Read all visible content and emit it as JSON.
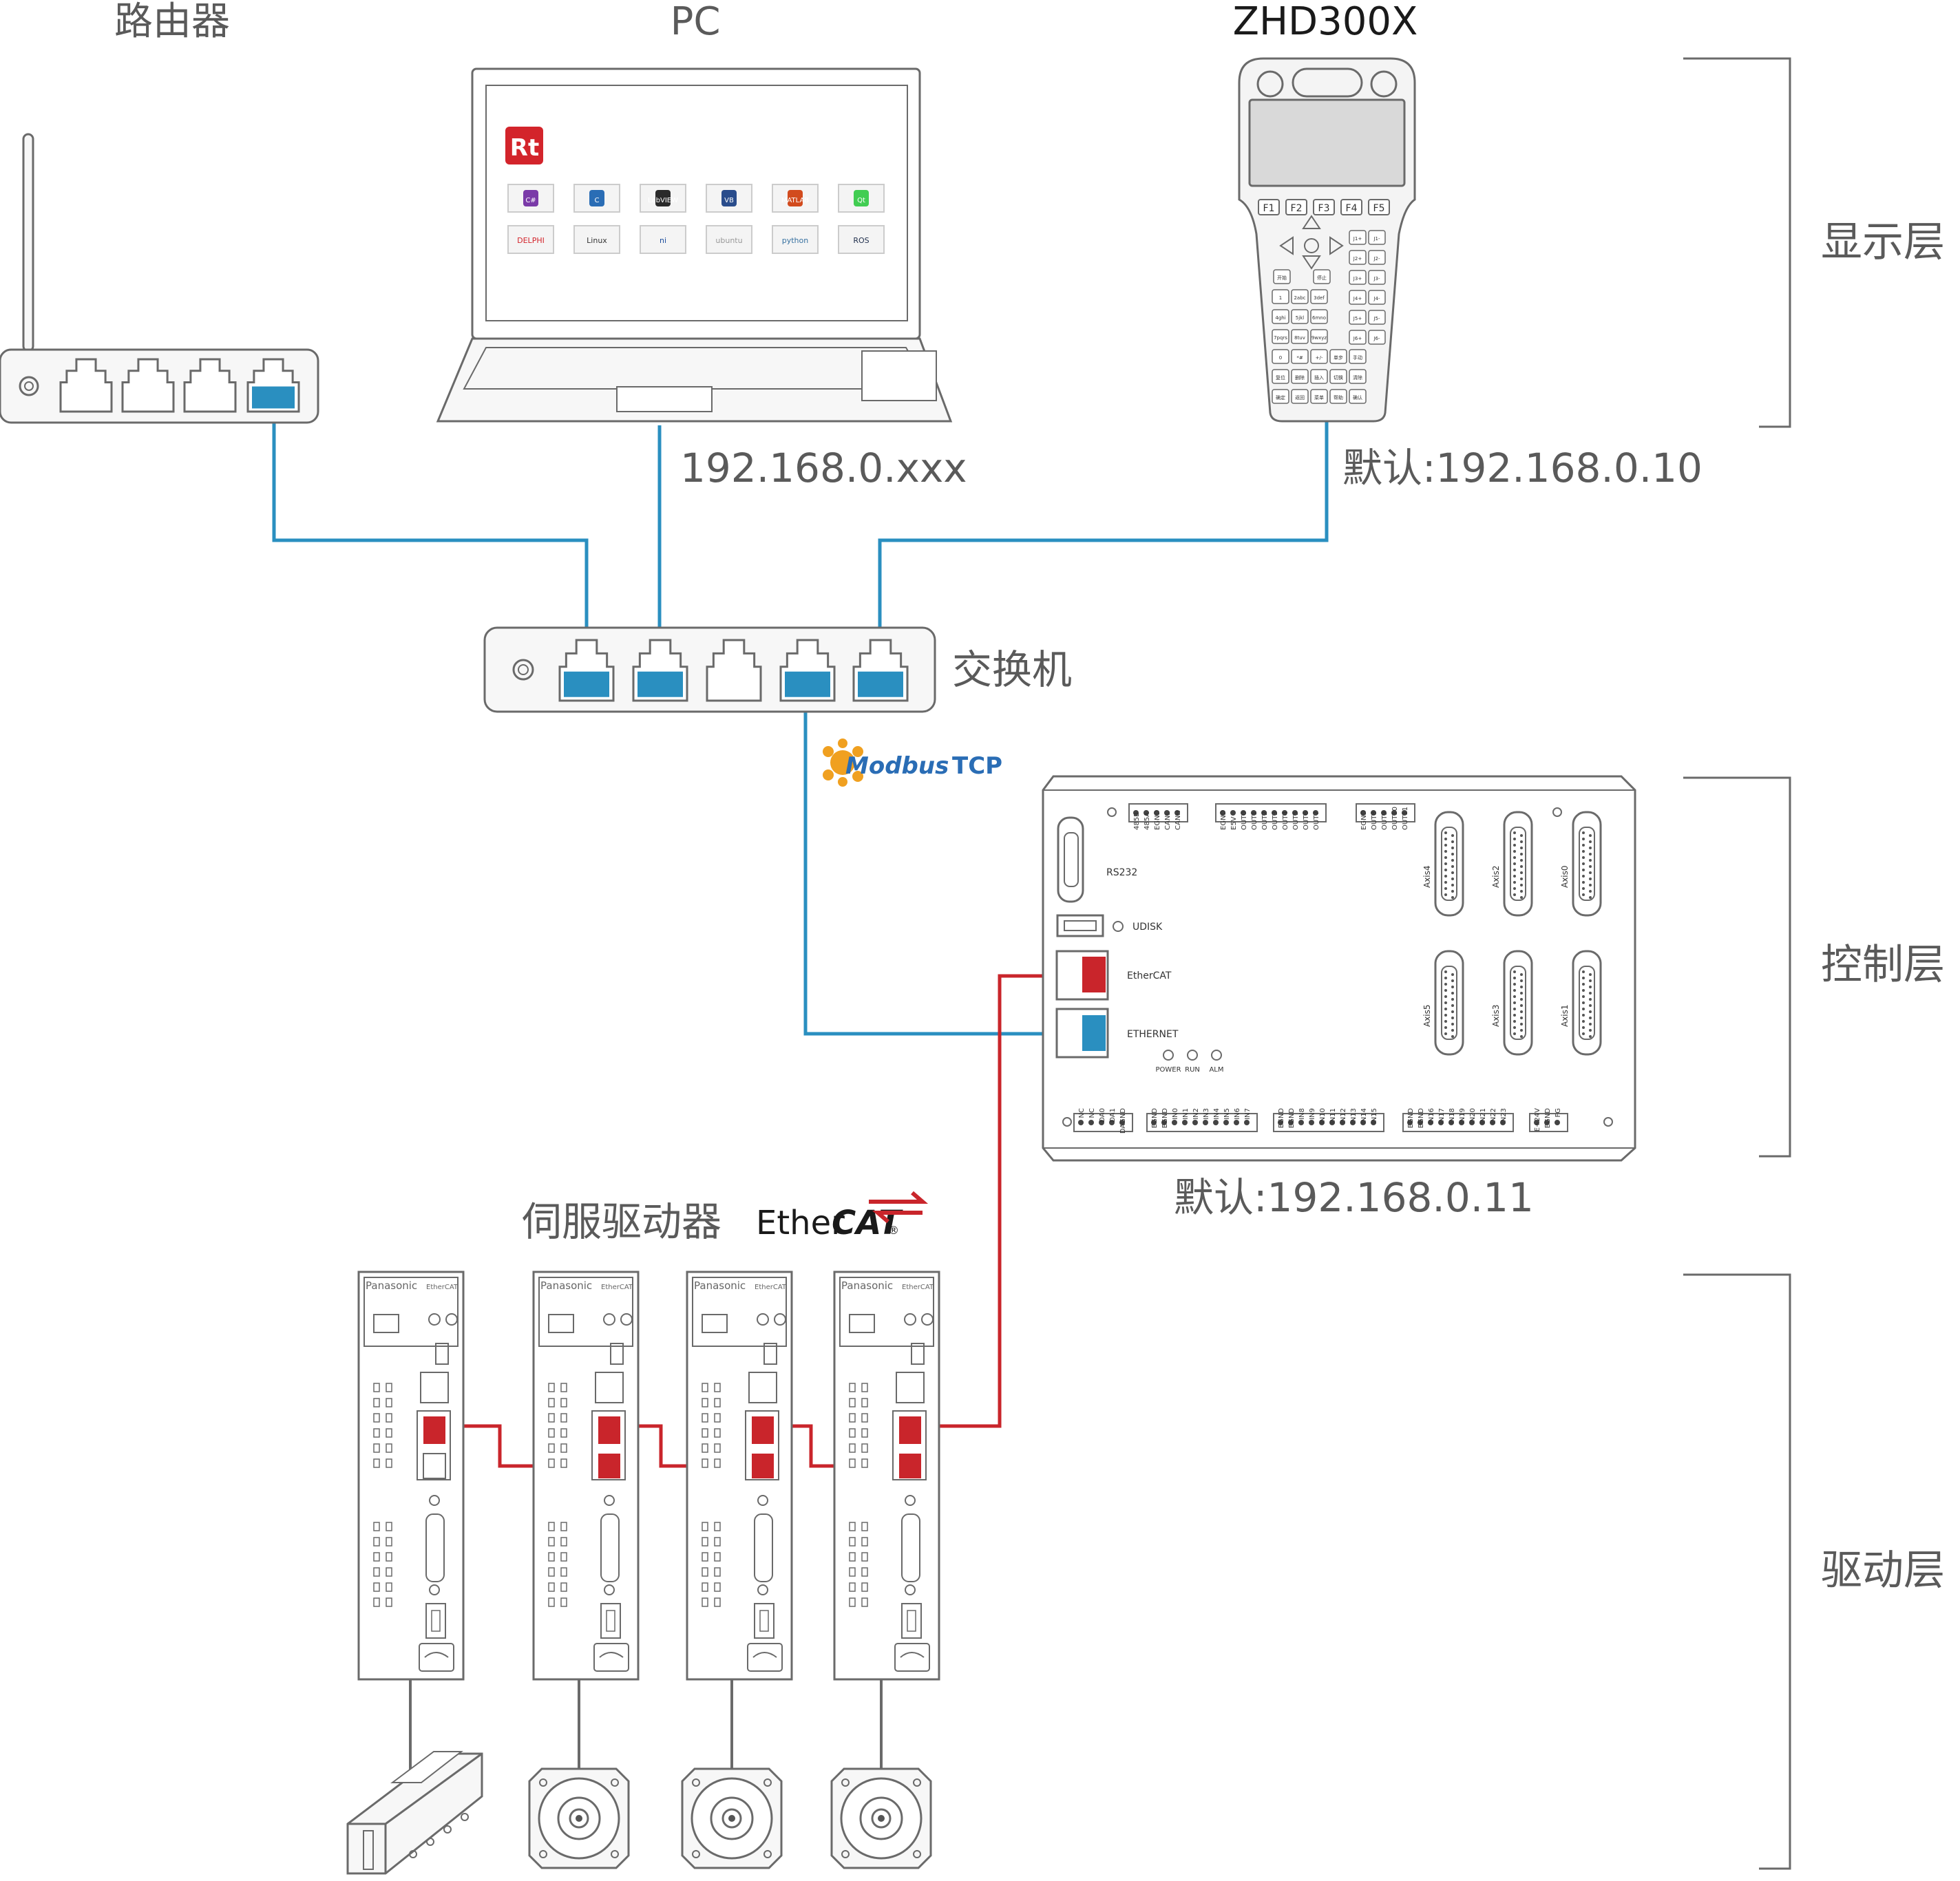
{
  "colors": {
    "ethernet_cable": "#2a8fc0",
    "ethercat_cable": "#c9252b",
    "outline": "#6a6a6a",
    "device_fill": "#f7f7f7",
    "label_gray": "#5a5a5a",
    "modbus_orange": "#f0a020",
    "modbus_blue": "#2a6db5"
  },
  "labels": {
    "router": "路由器",
    "pc": "PC",
    "pendant": "ZHD300X",
    "switch": "交换机",
    "servo_drives": "伺服驱动器",
    "pc_ip": "192.168.0.xxx",
    "pendant_ip": "默认:192.168.0.10",
    "controller_ip": "默认:192.168.0.11"
  },
  "layers": {
    "display": "显示层",
    "control": "控制层",
    "drive": "驱动层"
  },
  "protocol_logos": {
    "modbus_word": "Modbus",
    "modbus_tcp": "TCP",
    "ethercat_ether": "Ether",
    "ethercat_cat": "CAT",
    "registered": "®"
  },
  "pc_screen": {
    "app_logo": "Rt",
    "icons_row1": [
      "C#",
      "C",
      "LabVIEW",
      "VB",
      "MATLAB",
      "Qt"
    ],
    "icons_row2": [
      "DELPHI",
      "Linux",
      "ni",
      "ubuntu",
      "python",
      "ROS"
    ]
  },
  "pendant": {
    "fkeys": [
      "F1",
      "F2",
      "F3",
      "F4",
      "F5"
    ],
    "keys": [
      [
        "开始",
        "停止"
      ],
      [
        "1",
        "2abc",
        "3def"
      ],
      [
        "4ghi",
        "5jkl",
        "6mno"
      ],
      [
        "7pqrs",
        "8tuv",
        "9wxyz"
      ],
      [
        "0",
        "*#",
        "+/-",
        "单步",
        "手动"
      ],
      [
        "复位",
        "删除",
        "插入",
        "切换",
        "清除"
      ],
      [
        "确定",
        "返回",
        "菜单",
        "帮助",
        "确认"
      ]
    ],
    "side_keys": [
      "J1+",
      "J1-",
      "J2+",
      "J2-",
      "J3+",
      "J3-",
      "J4+",
      "J4-",
      "J5+",
      "J5-",
      "J6+",
      "J6-"
    ]
  },
  "controller": {
    "rs232": "RS232",
    "udisk": "UDISK",
    "ethercat_port": "EtherCAT",
    "ethernet_port": "ETHERNET",
    "leds": [
      "POWER",
      "RUN",
      "ALM"
    ],
    "top_block1": [
      "485B",
      "485A",
      "EGND",
      "CANL",
      "CANH"
    ],
    "top_block2": [
      "EGND",
      "E5V",
      "OUT0",
      "OUT1",
      "OUT2",
      "OUT3",
      "OUT4",
      "OUT5",
      "OUT6",
      "OUT7"
    ],
    "top_block3": [
      "EGND",
      "OUT8",
      "OUT9",
      "OUT10",
      "OUT11"
    ],
    "axes_top": [
      "Axis4",
      "Axis2",
      "Axis0"
    ],
    "axes_bottom": [
      "Axis5",
      "Axis3",
      "Axis1"
    ],
    "bottom_block1": [
      "NC",
      "NC",
      "DA0",
      "DA1",
      "DAGND"
    ],
    "bottom_block2": [
      "EGND",
      "EGND",
      "IN0",
      "IN1",
      "IN2",
      "IN3",
      "IN4",
      "IN5",
      "IN6",
      "IN7"
    ],
    "bottom_block3": [
      "EGND",
      "EGND",
      "IN8",
      "IN9",
      "IN10",
      "IN11",
      "IN12",
      "IN13",
      "IN14",
      "IN15"
    ],
    "bottom_block4": [
      "EGND",
      "EGND",
      "IN16",
      "IN17",
      "IN18",
      "IN19",
      "IN20",
      "IN21",
      "IN22",
      "IN23"
    ],
    "bottom_block5": [
      "E+24V",
      "EGND",
      "FG"
    ]
  },
  "servo": {
    "brand": "Panasonic",
    "bus_tag": "EtherCAT"
  }
}
